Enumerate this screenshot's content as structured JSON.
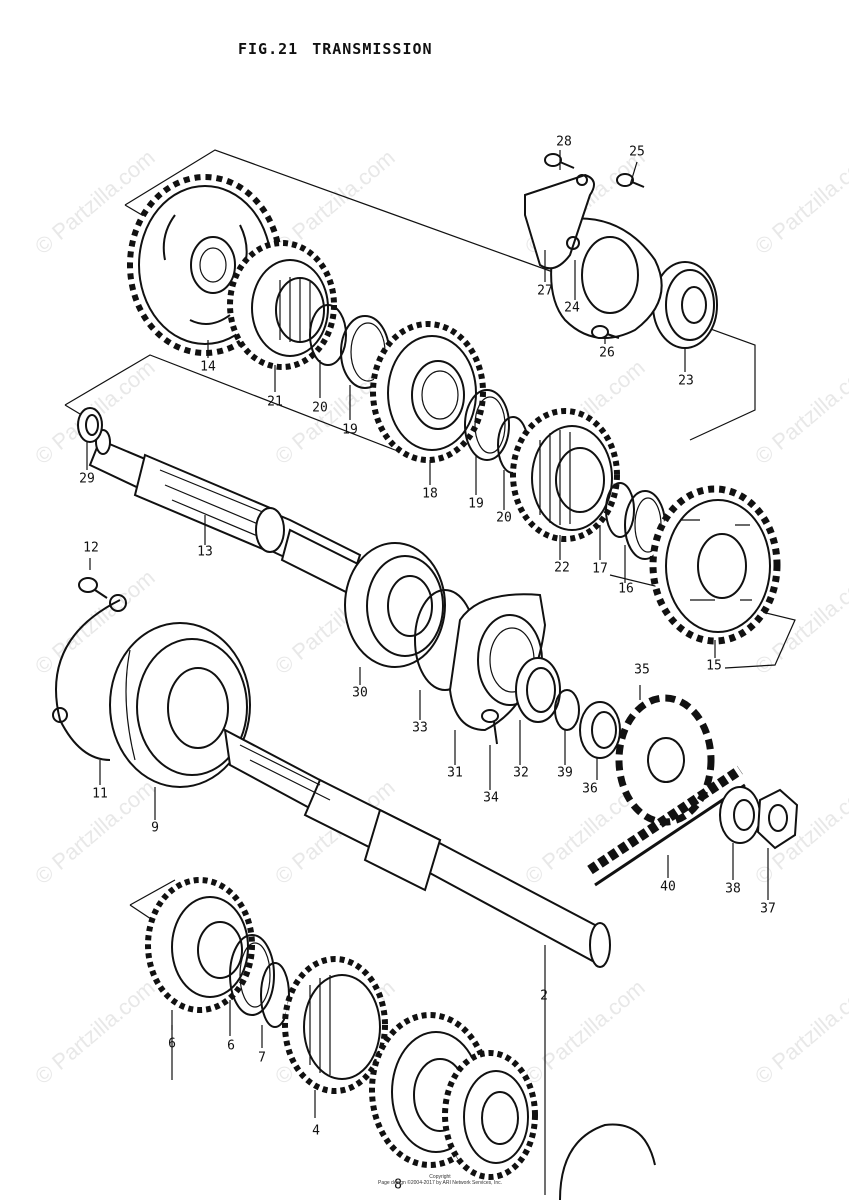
{
  "header": {
    "fig": "FIG.21",
    "title": "TRANSMISSION"
  },
  "watermark": "© Partzilla.com",
  "copyright": {
    "line1": "Copyright",
    "line2": "Page design ©2004-2017 by ARI Network Services, Inc."
  },
  "labels": {
    "p2": "2",
    "p4": "4",
    "p6a": "6",
    "p6b": "6",
    "p7": "7",
    "p8": "8",
    "p9": "9",
    "p11": "11",
    "p12": "12",
    "p13": "13",
    "p14": "14",
    "p15": "15",
    "p16": "16",
    "p17": "17",
    "p18": "18",
    "p19a": "19",
    "p19b": "19",
    "p20a": "20",
    "p20b": "20",
    "p21": "21",
    "p22": "22",
    "p23": "23",
    "p24": "24",
    "p25": "25",
    "p26": "26",
    "p27": "27",
    "p28": "28",
    "p29": "29",
    "p30": "30",
    "p31": "31",
    "p32": "32",
    "p33": "33",
    "p34": "34",
    "p35": "35",
    "p36": "36",
    "p37": "37",
    "p38": "38",
    "p39": "39",
    "p40": "40"
  }
}
